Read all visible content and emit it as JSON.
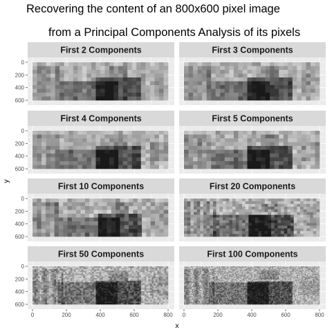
{
  "chart_data": {
    "type": "heatmap",
    "title": "Recovering the content of an 800x600 pixel image",
    "subtitle": "from a Principal Components Analysis of its pixels",
    "xlabel": "x",
    "ylabel": "y",
    "xlim": [
      0,
      800
    ],
    "ylim": [
      0,
      600
    ],
    "y_reversed": true,
    "x_ticks": [
      0,
      200,
      400,
      600,
      800
    ],
    "y_ticks": [
      0,
      200,
      400,
      600
    ],
    "x_tick_labels": [
      "0",
      "200",
      "400",
      "600",
      "800"
    ],
    "y_tick_labels": [
      "0",
      "200",
      "400",
      "600"
    ],
    "grid": true,
    "colormap": "grayscale",
    "panels": [
      {
        "label": "First 2 Components",
        "components": 2
      },
      {
        "label": "First 3 Components",
        "components": 3
      },
      {
        "label": "First 4 Components",
        "components": 4
      },
      {
        "label": "First 5 Components",
        "components": 5
      },
      {
        "label": "First 10 Components",
        "components": 10
      },
      {
        "label": "First 20 Components",
        "components": 20
      },
      {
        "label": "First 50 Components",
        "components": 50
      },
      {
        "label": "First 100 Components",
        "components": 100
      }
    ]
  },
  "colors": {
    "panel_background": "#ebebeb",
    "strip_background": "#d9d9d9",
    "grid": "#ffffff",
    "tick": "#4d4d4d"
  }
}
